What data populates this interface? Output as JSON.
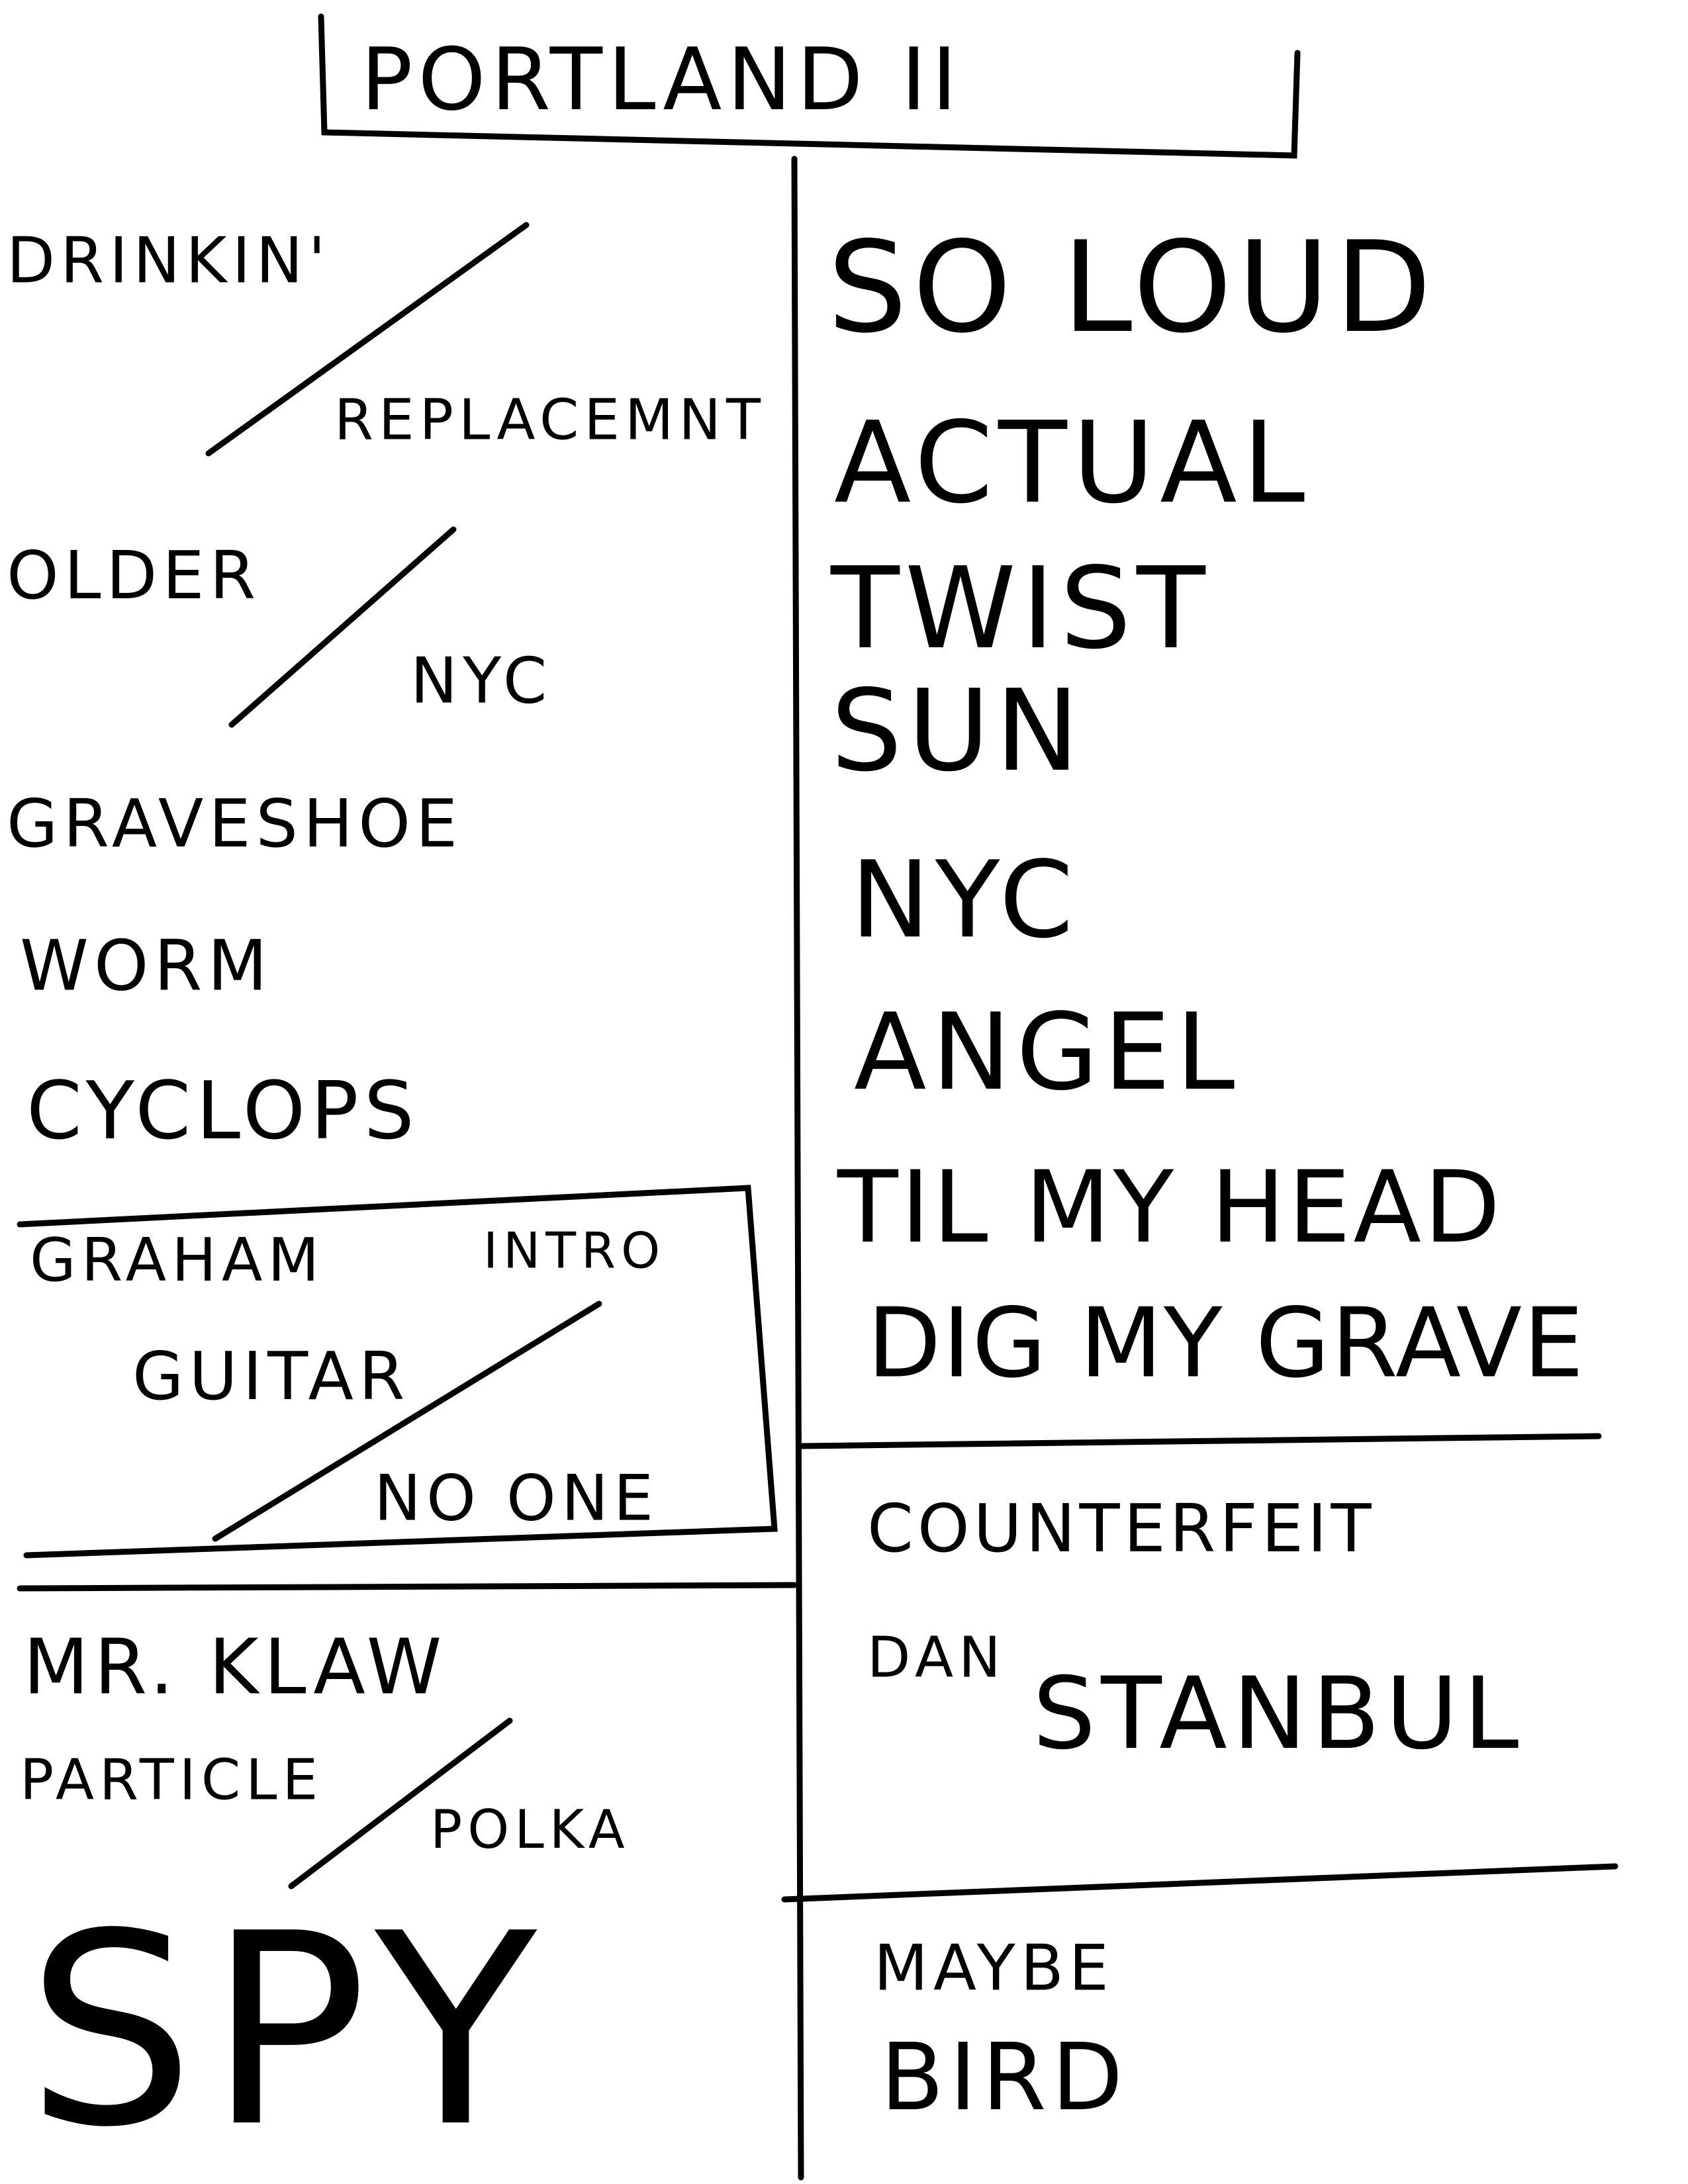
{
  "title": "PORTLAND II",
  "left_column": {
    "items": [
      {
        "text": "DRINKIN'",
        "replacement": "REPLACEMNT"
      },
      {
        "text": "OLDER",
        "replacement": "NYC"
      },
      {
        "text": "GRAVESHOE"
      },
      {
        "text": "WORM"
      },
      {
        "text": "CYCLOPS"
      }
    ],
    "boxed": {
      "line1_a": "GRAHAM",
      "line1_b": "INTRO",
      "line2": "GUITAR",
      "replacement": "NO ONE"
    },
    "after_box": [
      {
        "text": "MR. KLAW"
      },
      {
        "text": "PARTICLE",
        "replacement": "POLKA"
      },
      {
        "text": "SPY"
      }
    ]
  },
  "right_column": {
    "main_set": [
      "SO LOUD",
      "ACTUAL",
      "TWIST",
      "SUN",
      "NYC",
      "ANGEL",
      "TIL MY HEAD",
      "DIG MY GRAVE"
    ],
    "encore1": [
      "COUNTERFEIT",
      "DAN",
      "STANBUL"
    ],
    "encore2": [
      "MAYBE",
      "BIRD"
    ]
  }
}
